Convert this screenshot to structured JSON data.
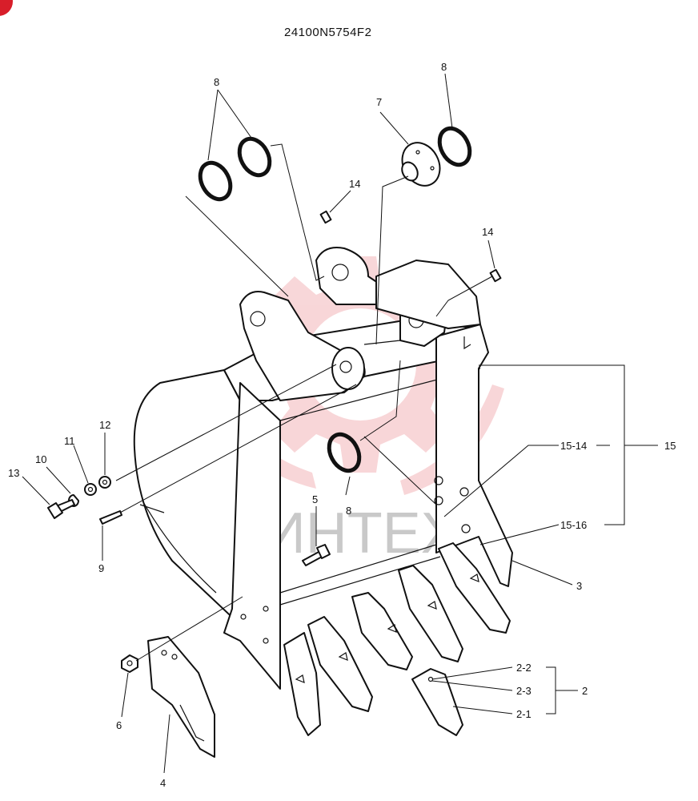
{
  "title": "24100N5754F2",
  "colors": {
    "line": "#111111",
    "watermark_gear": "#f3b6b9",
    "watermark_text": "#c9c9c9",
    "corner_mark": "#d81e2a"
  },
  "watermark": {
    "text": "ИНТЕХ",
    "icon": "gear-logo-icon"
  },
  "labels": {
    "p8a": "8",
    "p8b": "8",
    "p8c": "8",
    "p7": "7",
    "p14a": "14",
    "p14b": "14",
    "p15": "15",
    "p15_14": "15-14",
    "p15_16": "15-16",
    "p12": "12",
    "p11": "11",
    "p10": "10",
    "p13": "13",
    "p9": "9",
    "p5": "5",
    "p3": "3",
    "p2": "2",
    "p2_2": "2-2",
    "p2_3": "2-3",
    "p2_1": "2-1",
    "p6": "6",
    "p4": "4"
  }
}
